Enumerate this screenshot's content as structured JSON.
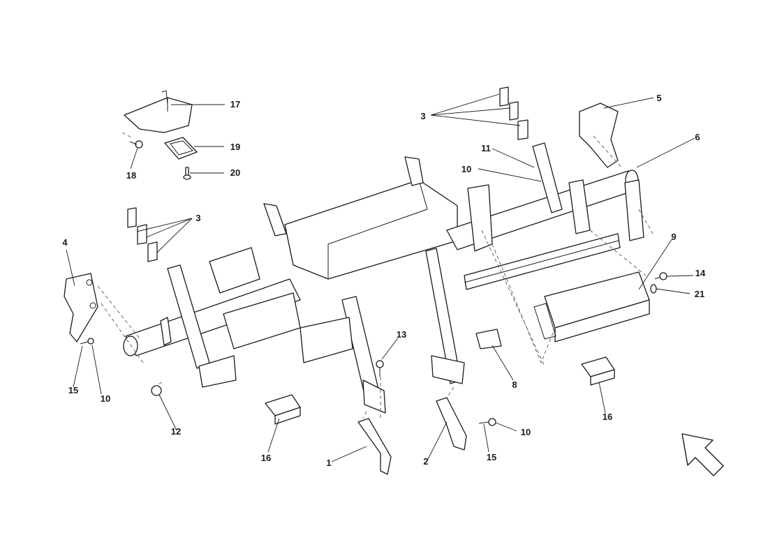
{
  "diagram": {
    "callouts": [
      {
        "id": "c1",
        "text": "1"
      },
      {
        "id": "c2",
        "text": "2"
      },
      {
        "id": "c3a",
        "text": "3"
      },
      {
        "id": "c3b",
        "text": "3"
      },
      {
        "id": "c4",
        "text": "4"
      },
      {
        "id": "c5",
        "text": "5"
      },
      {
        "id": "c6",
        "text": "6"
      },
      {
        "id": "c8",
        "text": "8"
      },
      {
        "id": "c9",
        "text": "9"
      },
      {
        "id": "c10a",
        "text": "10"
      },
      {
        "id": "c10b",
        "text": "10"
      },
      {
        "id": "c10c",
        "text": "10"
      },
      {
        "id": "c11",
        "text": "11"
      },
      {
        "id": "c12",
        "text": "12"
      },
      {
        "id": "c13",
        "text": "13"
      },
      {
        "id": "c14",
        "text": "14"
      },
      {
        "id": "c15a",
        "text": "15"
      },
      {
        "id": "c15b",
        "text": "15"
      },
      {
        "id": "c16a",
        "text": "16"
      },
      {
        "id": "c16b",
        "text": "16"
      },
      {
        "id": "c17",
        "text": "17"
      },
      {
        "id": "c18",
        "text": "18"
      },
      {
        "id": "c19",
        "text": "19"
      },
      {
        "id": "c20",
        "text": "20"
      },
      {
        "id": "c21",
        "text": "21"
      }
    ],
    "orientation_icon": "front-direction-arrow-icon"
  }
}
